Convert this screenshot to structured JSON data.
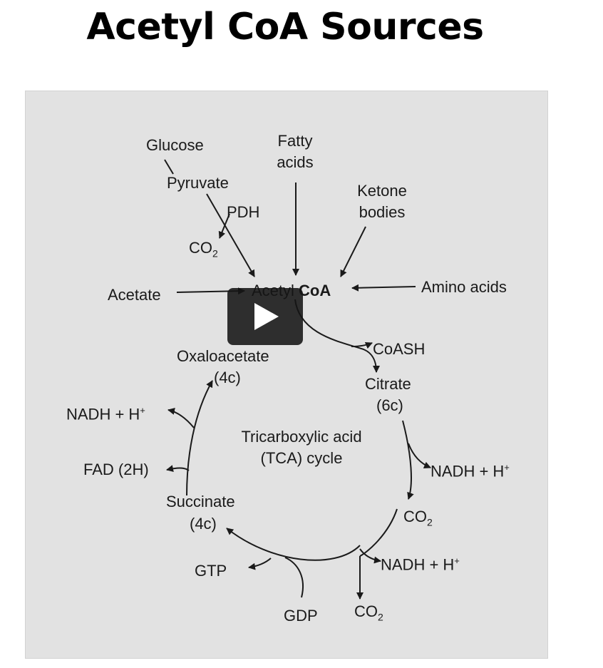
{
  "title": "Acetyl CoA Sources",
  "labels": {
    "glucose": "Glucose",
    "pyruvate": "Pyruvate",
    "pdh": "PDH",
    "co2_pdh": "CO",
    "co2_pdh_sub": "2",
    "fatty_acids_1": "Fatty",
    "fatty_acids_2": "acids",
    "ketone_1": "Ketone",
    "ketone_2": "bodies",
    "acetate": "Acetate",
    "acetyl_coa_1": "Acetyl",
    "acetyl_coa_2": "CoA",
    "amino_acids": "Amino acids",
    "coash": "CoASH",
    "oxaloacetate": "Oxaloacetate",
    "oxaloacetate_c": "(4c)",
    "citrate": "Citrate",
    "citrate_c": "(6c)",
    "nadh_left": "NADH + H",
    "nadh_right1": "NADH + H",
    "nadh_right2": "NADH + H",
    "plus": "+",
    "fad": "FAD (2H)",
    "tca_1": "Tricarboxylic acid",
    "tca_2": "(TCA) cycle",
    "succinate": "Succinate",
    "succinate_c": "(4c)",
    "co2_right1": "CO",
    "co2_right2": "CO",
    "co2_sub": "2",
    "gtp": "GTP",
    "gdp": "GDP"
  },
  "icons": {
    "play": "play-icon"
  },
  "colors": {
    "figure_bg": "#e2e2e2",
    "ink": "#1a1a1a",
    "play_bg": "#141414"
  }
}
